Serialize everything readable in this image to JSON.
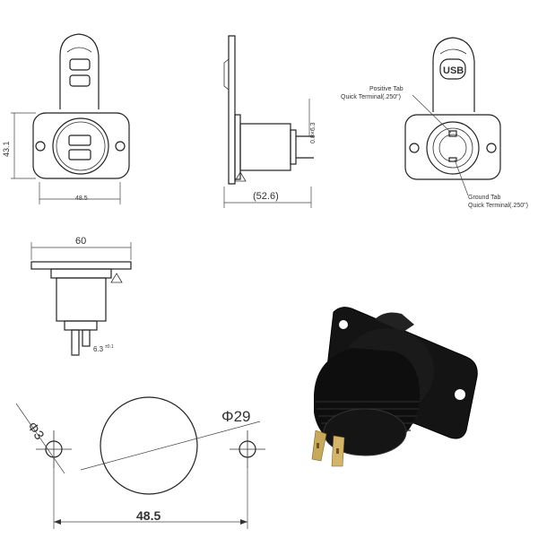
{
  "front_view": {
    "width_label": "48.5",
    "height_label": "43.1"
  },
  "side_view": {
    "length_label": "(52.6)",
    "tab_label": "0.8×6.3"
  },
  "rear_view": {
    "positive_tab": [
      "Positive Tab",
      "Quick Terminal(.250\")"
    ],
    "ground_tab": [
      "Ground Tab",
      "Quick Terminal(.250\")"
    ],
    "cap_text": "USB"
  },
  "section_view": {
    "width_label": "60",
    "terminal_label": "6.3",
    "tolerance_label": "±0.1"
  },
  "cutout": {
    "hole_label": "Φ3",
    "main_label": "Φ29",
    "spacing_label": "48.5"
  },
  "colors": {
    "line": "#222222",
    "product_body": "#111111"
  }
}
